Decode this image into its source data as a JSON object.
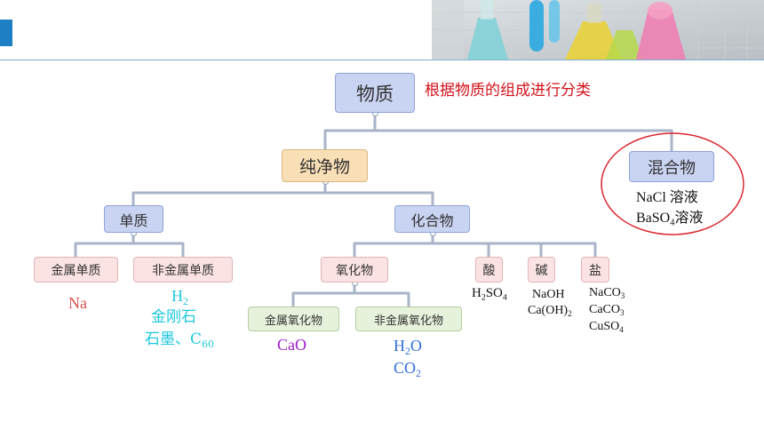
{
  "annotation": "根据物质的组成进行分类",
  "nodes": {
    "root": "物质",
    "pure": "纯净物",
    "mixture": "混合物",
    "element": "单质",
    "compound": "化合物",
    "metal_element": "金属单质",
    "nonmetal_element": "非金属单质",
    "oxide": "氧化物",
    "acid": "酸",
    "base": "碱",
    "salt": "盐",
    "metal_oxide": "金属氧化物",
    "nonmetal_oxide": "非金属氧化物"
  },
  "examples": {
    "metal_element": "Na",
    "nonmetal_element": [
      "H2",
      "金刚石",
      "石墨、C60"
    ],
    "metal_oxide": "CaO",
    "nonmetal_oxide": [
      "H2O",
      "CO2"
    ],
    "acid": "H2SO4",
    "base": [
      "NaOH",
      "Ca(OH)2"
    ],
    "salt": [
      "NaCO3",
      "CaCO3",
      "CuSO4"
    ],
    "mixture": [
      "NaCl 溶液",
      "BaSO4溶液"
    ]
  },
  "colors": {
    "accent": "#1f7fc4",
    "annotation": "#d0121b",
    "example_red": "#d9534f",
    "example_cyan": "#1ec8e0",
    "example_purple": "#9b19c9",
    "example_blue": "#2f6fd6",
    "tree_line": "#a9b4c8",
    "mixture_circle": "#d9282f"
  },
  "header_image": "laboratory-glassware-photo"
}
